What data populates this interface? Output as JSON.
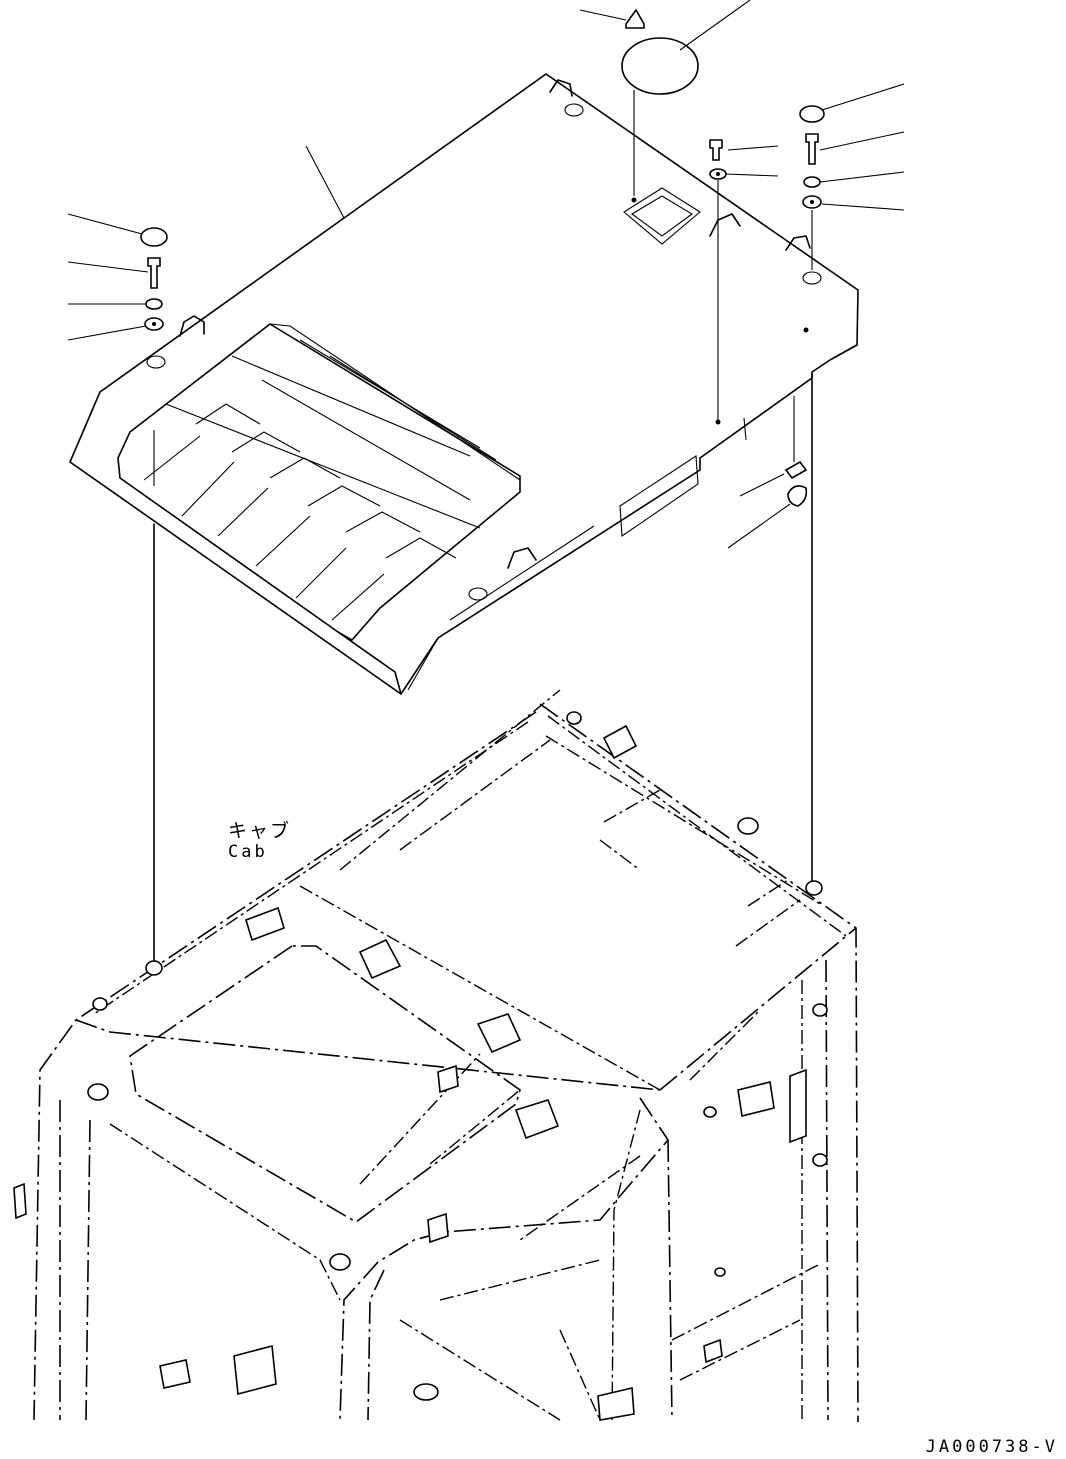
{
  "labels": {
    "cab_jp": "キャブ",
    "cab_en": "Cab"
  },
  "drawing_code": "JA000738-V",
  "colors": {
    "ink": "#000000",
    "background": "#ffffff"
  }
}
